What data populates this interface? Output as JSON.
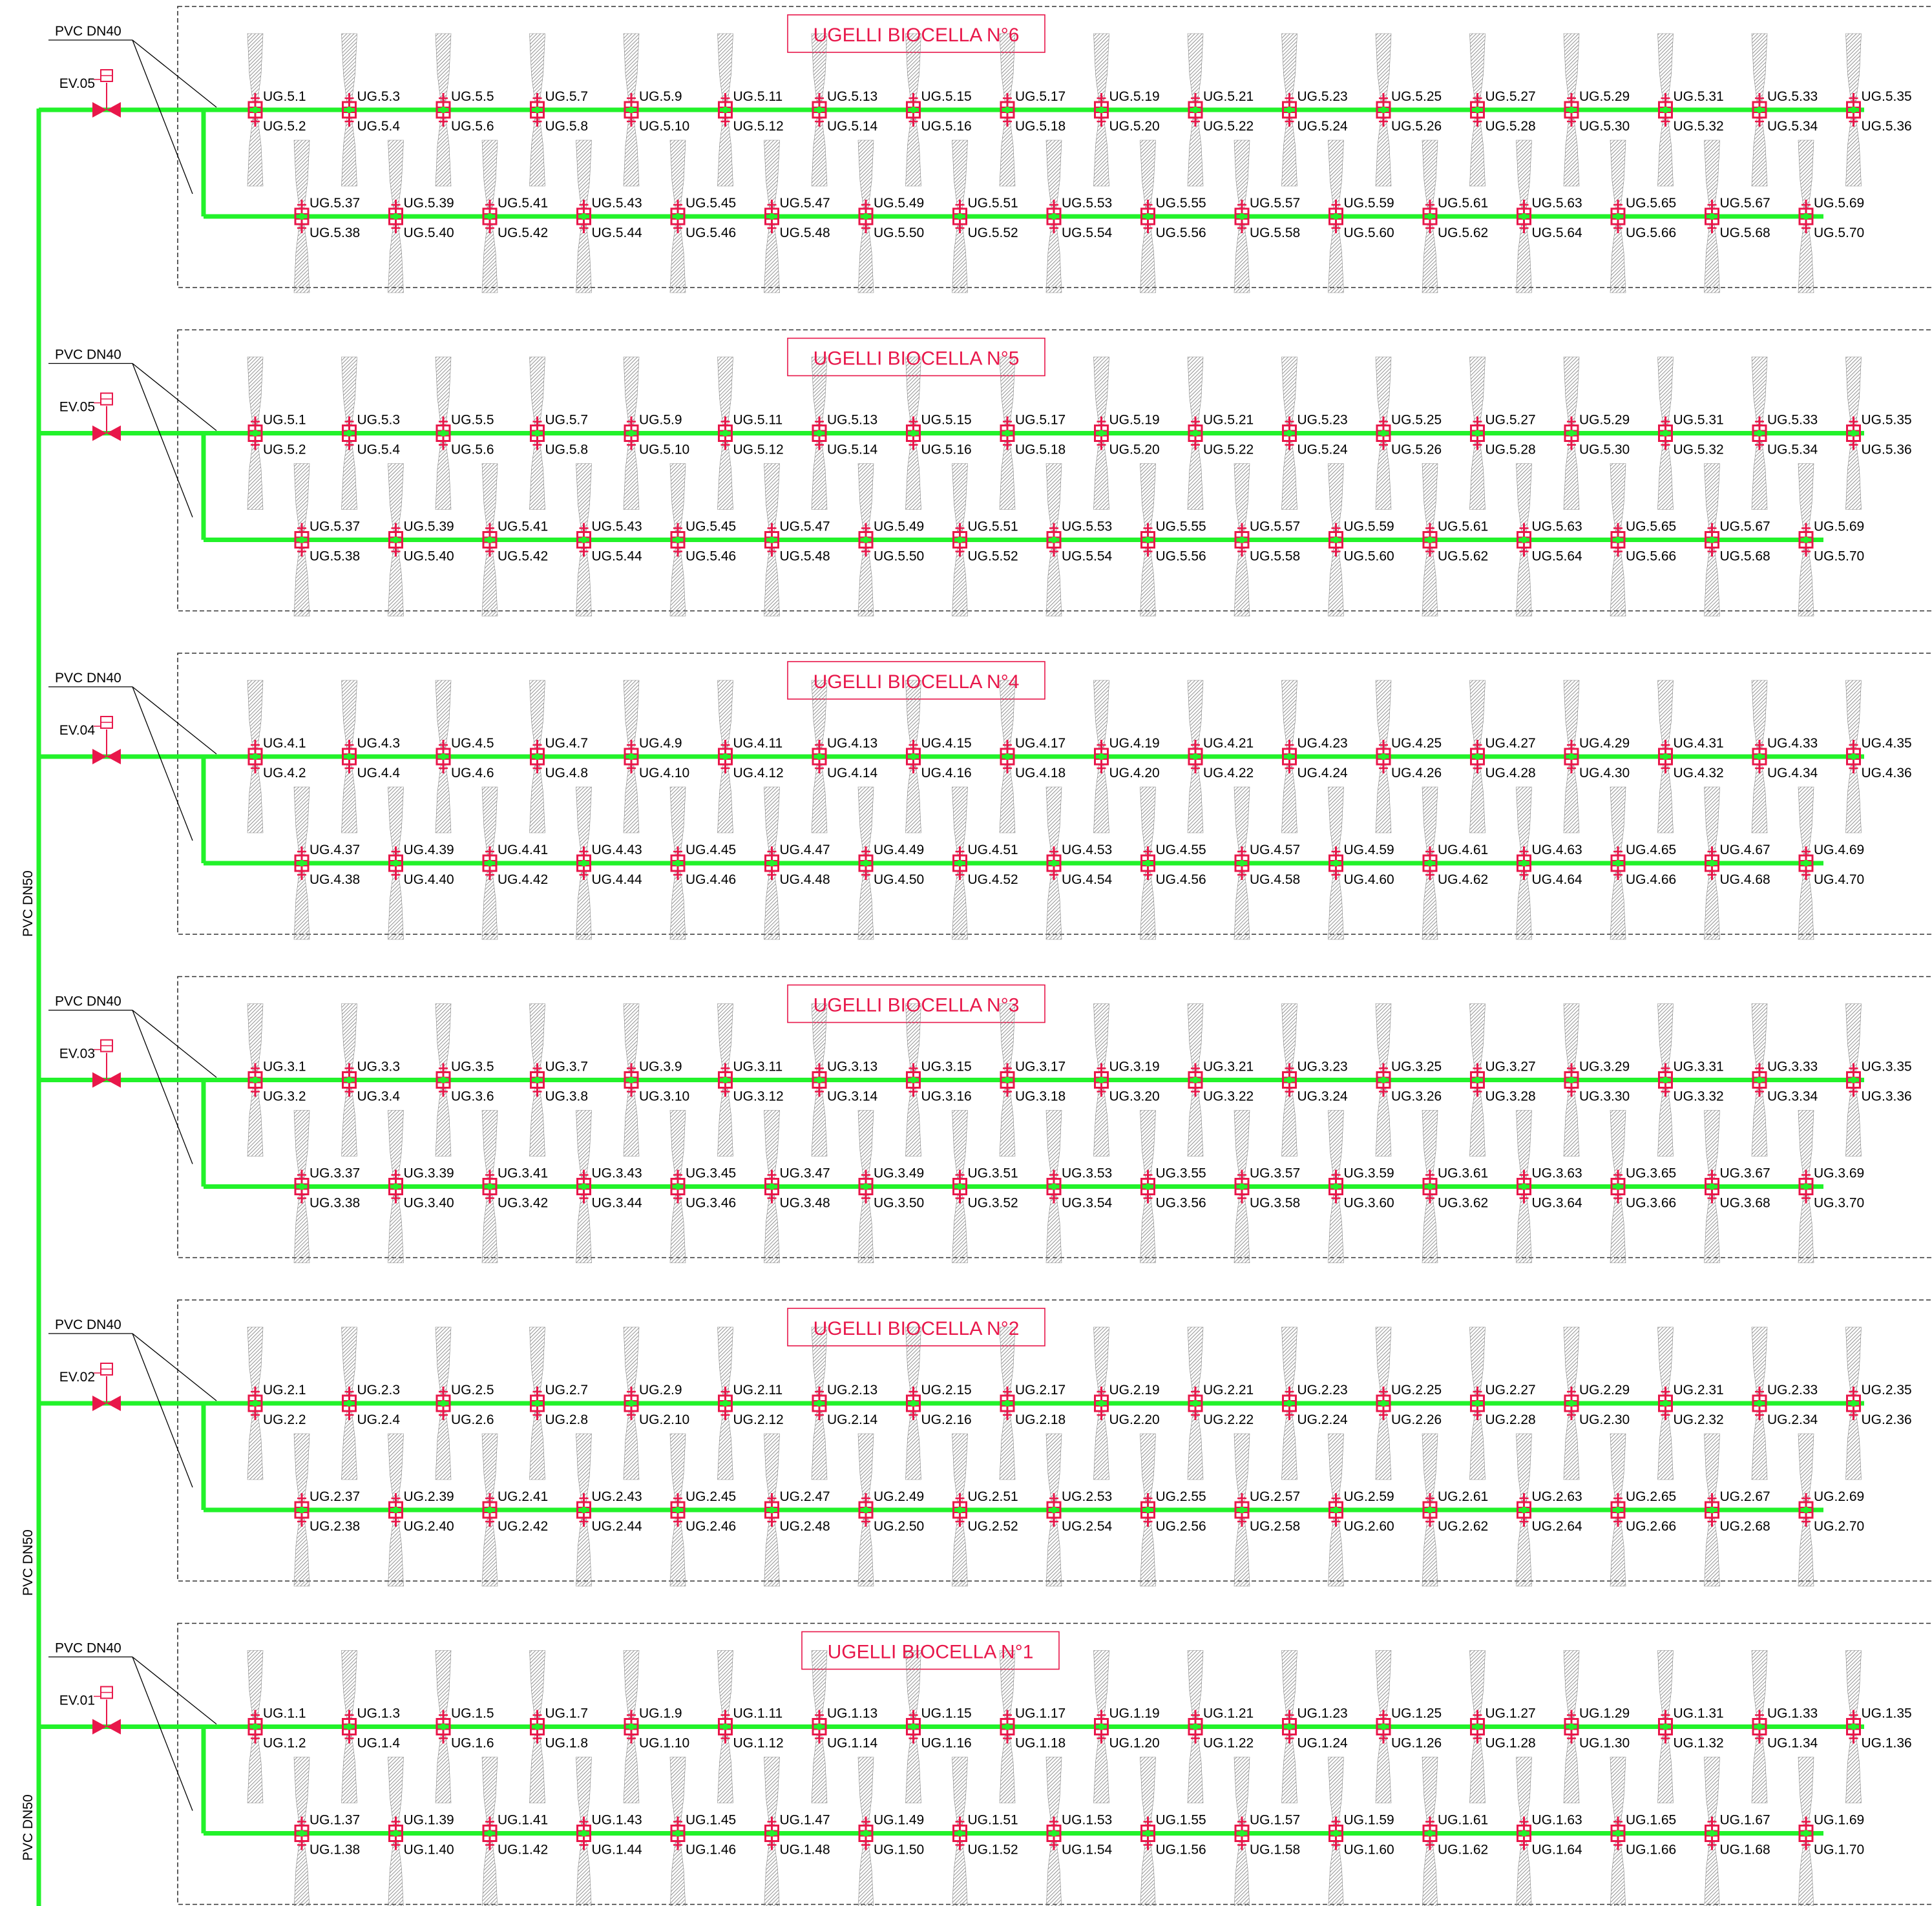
{
  "diagram": {
    "main_pipe_labels": [
      "PVC DN50",
      "PVC DN50",
      "PVC DN50"
    ],
    "colors": {
      "pipe": "#22f22a",
      "nozzle": "#e8174a",
      "title": "#e8174a",
      "frame": "#333333",
      "spray": "#777777",
      "text": "#000000"
    },
    "cells": [
      {
        "title": "UGELLI BIOCELLA N°6",
        "valve": "EV.05",
        "pipe": "PVC DN40",
        "nozzle_prefix": "UG.5."
      },
      {
        "title": "UGELLI BIOCELLA N°5",
        "valve": "EV.05",
        "pipe": "PVC DN40",
        "nozzle_prefix": "UG.5."
      },
      {
        "title": "UGELLI BIOCELLA N°4",
        "valve": "EV.04",
        "pipe": "PVC DN40",
        "nozzle_prefix": "UG.4."
      },
      {
        "title": "UGELLI BIOCELLA N°3",
        "valve": "EV.03",
        "pipe": "PVC DN40",
        "nozzle_prefix": "UG.3."
      },
      {
        "title": "UGELLI BIOCELLA N°2",
        "valve": "EV.02",
        "pipe": "PVC DN40",
        "nozzle_prefix": "UG.2."
      },
      {
        "title": "UGELLI BIOCELLA N°1",
        "valve": "EV.01",
        "pipe": "PVC DN40",
        "nozzle_prefix": "UG.1."
      }
    ],
    "row_a": {
      "top_numbers": [
        1,
        3,
        5,
        7,
        9,
        11,
        13,
        15,
        17,
        19,
        21,
        23,
        25,
        27,
        29,
        31,
        33,
        35
      ],
      "bottom_numbers": [
        2,
        4,
        6,
        8,
        10,
        12,
        14,
        16,
        18,
        20,
        22,
        24,
        26,
        28,
        30,
        32,
        34,
        36
      ]
    },
    "row_b": {
      "top_numbers": [
        37,
        39,
        41,
        43,
        45,
        47,
        49,
        51,
        53,
        55,
        57,
        59,
        61,
        63,
        65,
        67,
        69
      ],
      "bottom_numbers": [
        38,
        40,
        42,
        44,
        46,
        48,
        50,
        52,
        54,
        56,
        58,
        60,
        62,
        64,
        66,
        68,
        70
      ]
    }
  }
}
